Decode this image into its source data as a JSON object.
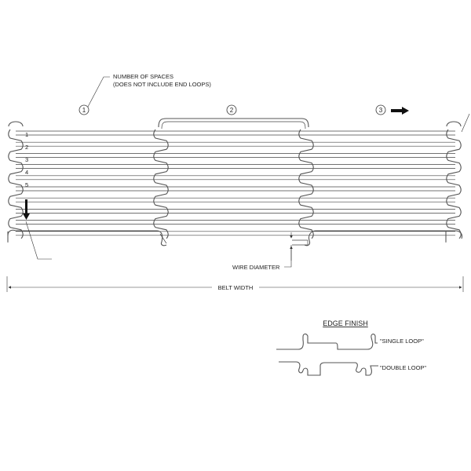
{
  "annotations": {
    "spaces_line1": "NUMBER OF SPACES",
    "spaces_line2": "(DOES NOT INCLUDE END LOOPS)",
    "wire_diameter": "WIRE DIAMETER",
    "belt_width": "BELT WIDTH"
  },
  "callouts": [
    "1",
    "2",
    "3"
  ],
  "space_numbers": [
    "1",
    "2",
    "3",
    "4",
    "5"
  ],
  "edge_finish": {
    "title": "EDGE FINISH",
    "single_loop": "\"SINGLE LOOP\"",
    "double_loop": "\"DOUBLE LOOP\""
  },
  "colors": {
    "line": "#444444",
    "background": "#ffffff"
  },
  "icons": {
    "arrow_right": "arrow-right-icon",
    "arrow_down": "arrow-down-icon"
  }
}
